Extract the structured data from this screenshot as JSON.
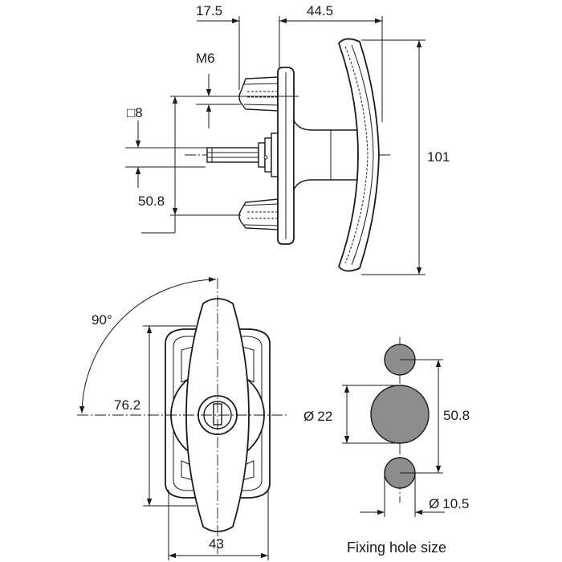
{
  "dimensions": {
    "pin_offset": "17.5",
    "depth": "44.5",
    "thread": "M6",
    "square": "8",
    "square_prefix": "□",
    "stud_pitch_side": "50.8",
    "handle_length": "101",
    "rotation": "90°",
    "plate_height": "76.2",
    "plate_width": "43",
    "hole_dia": "22",
    "hole_pitch": "50.8",
    "small_hole_dia": "10.5",
    "dia_symbol": "Ø"
  },
  "captions": {
    "fixing_hole_size": "Fixing hole size"
  },
  "colors": {
    "line": "#1a1a1a",
    "fill_grey": "#8d8d8d",
    "fill_dark": "#555555",
    "background": "#ffffff"
  }
}
